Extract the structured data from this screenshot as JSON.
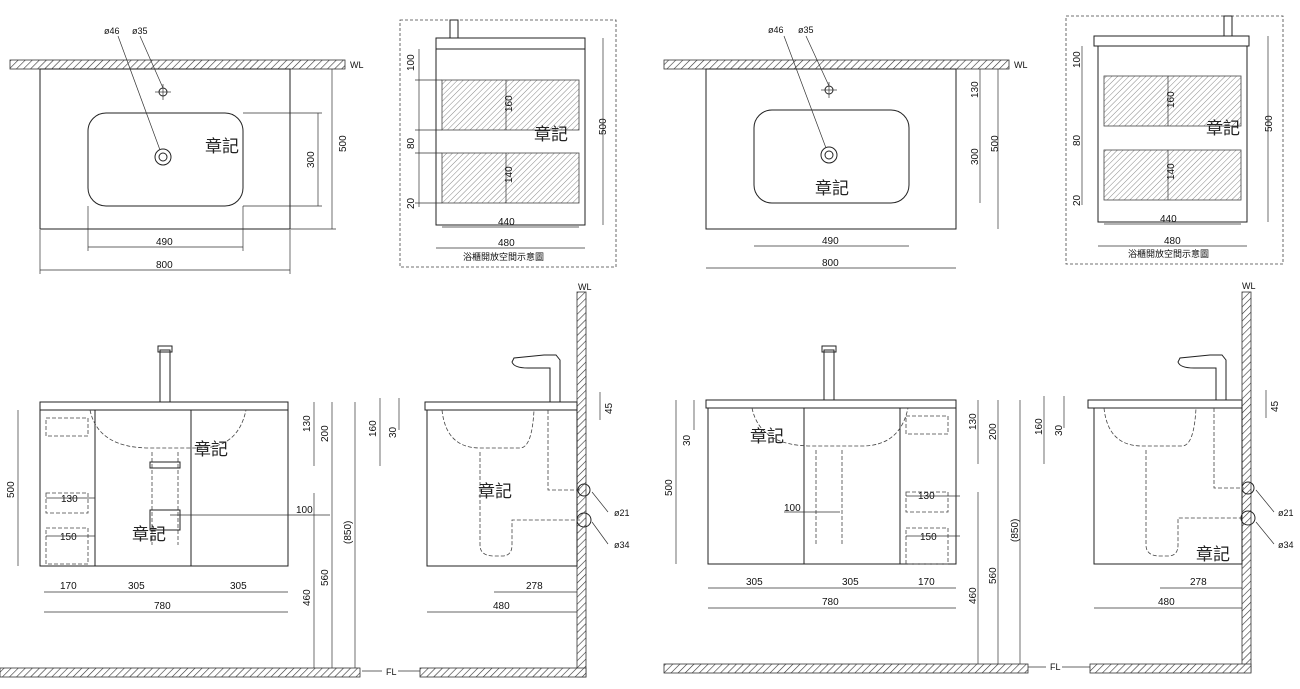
{
  "labels": {
    "wl": "WL",
    "fl": "FL",
    "hole_phi46": "ø46",
    "hole_phi35": "ø35",
    "pipe_phi21": "ø21",
    "pipe_phi34": "ø34",
    "caption": "浴櫃開放空間示意圖",
    "stamp": "章記"
  },
  "dims": {
    "w800": "800",
    "w490": "490",
    "d500": "500",
    "d300": "300",
    "d130": "130",
    "d100": "100",
    "d160": "160",
    "d80": "80",
    "d140": "140",
    "d20": "20",
    "w440": "440",
    "w480": "480",
    "w780": "780",
    "w170": "170",
    "w305": "305",
    "w150": "150",
    "h200": "200",
    "h460": "460",
    "h560": "560",
    "h850": "(850)",
    "h30": "30",
    "h45": "45",
    "w278": "278"
  }
}
